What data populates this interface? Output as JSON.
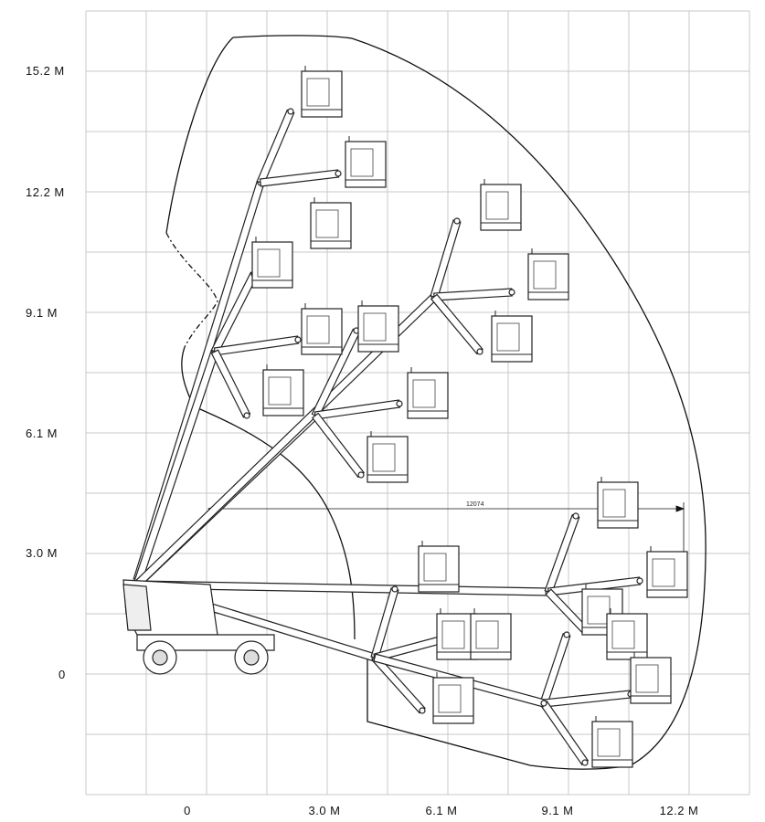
{
  "chart_data": {
    "type": "diagram",
    "y_tick_labels": [
      "15.2 M",
      "12.2 M",
      "9.1 M",
      "6.1 M",
      "3.0 M",
      "0"
    ],
    "x_tick_labels": [
      "0",
      "3.0 M",
      "6.1 M",
      "9.1 M",
      "12.2 M"
    ],
    "dimension_label": "12074",
    "grid": true
  }
}
